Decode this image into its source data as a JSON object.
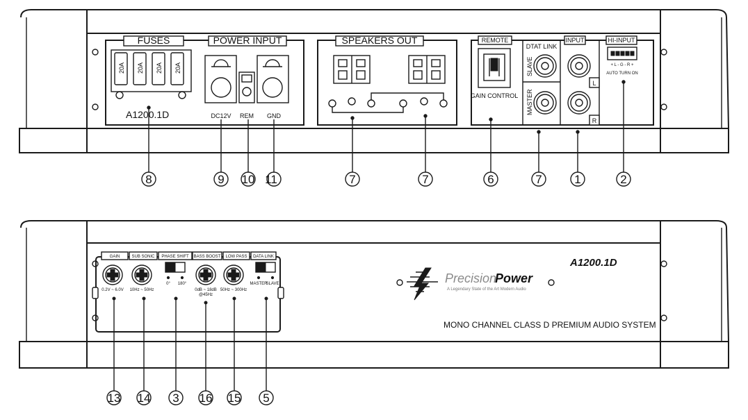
{
  "top_panel": {
    "sections": {
      "fuses": "FUSES",
      "power_input": "POWER INPUT",
      "speakers_out": "SPEAKERS OUT",
      "remote": "REMOTE",
      "dtat_link": "DTAT LINK",
      "input": "INPUT",
      "hi_input": "HI-INPUT"
    },
    "fuse_labels": [
      "20A",
      "20A",
      "20A",
      "20A"
    ],
    "model": "A1200.1D",
    "terminals": {
      "dc12v": "DC12V",
      "rem": "REM",
      "gnd": "GND"
    },
    "gain_control": "GAIN CONTROL",
    "slave": "SLAVE",
    "master": "MASTER",
    "channel_l": "L",
    "channel_r": "R",
    "hi_input_pins": "+ L - G - R +",
    "auto_turn_on": "AUTO TURN ON",
    "callouts": [
      "8",
      "9",
      "10",
      "11",
      "7",
      "7",
      "6",
      "7",
      "1",
      "2"
    ]
  },
  "bottom_panel": {
    "controls": [
      "GAIN",
      "SUB SONIC",
      "PHASE SHIFT",
      "BASS BOOST",
      "LOW PASS",
      "DATA LINK"
    ],
    "gain_range": "0.2V ~ 6.0V",
    "subsonic_range": "10Hz ~ 50Hz",
    "phase_labels": [
      "0°",
      "180°"
    ],
    "bass_range": "0dB ~ 18dB",
    "bass_freq": "@45Hz",
    "lowpass_range": "50Hz ~ 300Hz",
    "datalink_labels": [
      "MASTER",
      "SLAVE"
    ],
    "brand_light": "Precision",
    "brand_bold": "Power",
    "brand_tagline": "A Legendary State of the Art Modern Audio",
    "model": "A1200.1D",
    "description": "MONO CHANNEL CLASS D PREMIUM AUDIO SYSTEM",
    "callouts": [
      "13",
      "14",
      "3",
      "16",
      "15",
      "5"
    ]
  }
}
